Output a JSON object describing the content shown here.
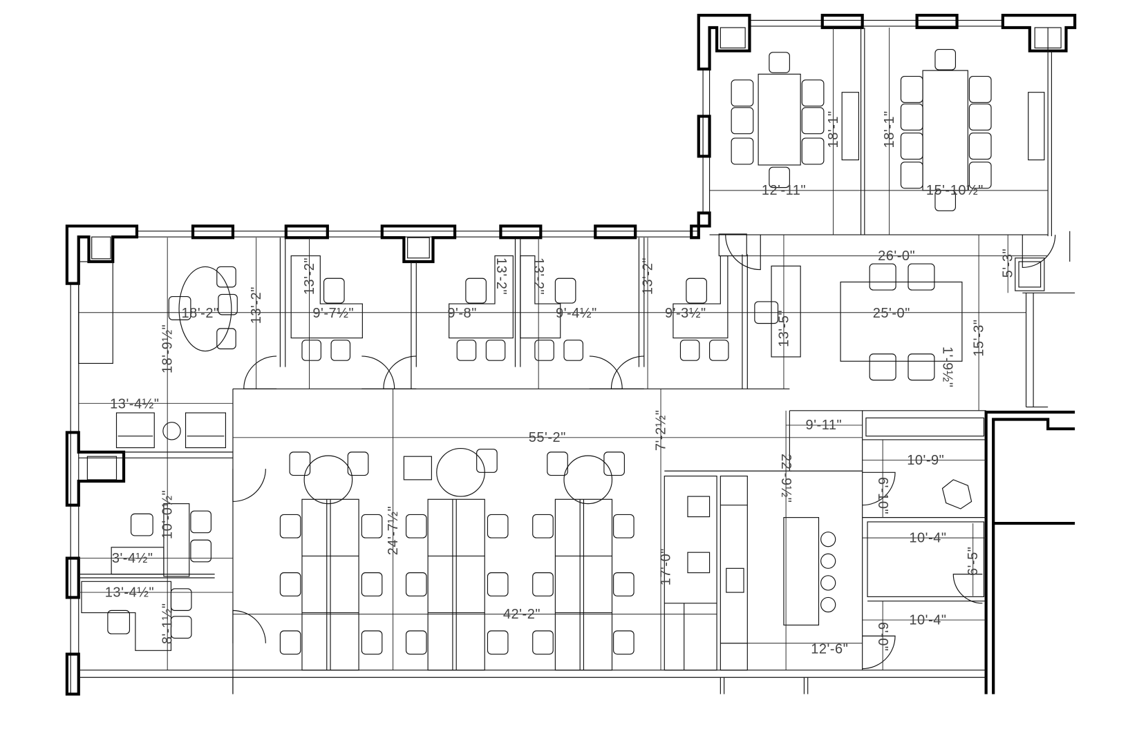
{
  "drawing": {
    "type": "office floor plan",
    "dimensions": {
      "meeting_room_width": "18'-2\"",
      "meeting_room_depth": "18'-9½\"",
      "office_depth_1": "13'-2\"",
      "office_depth_2": "13'-2\"",
      "office_depth_3": "13'-2\"",
      "office_depth_4": "13'-2\"",
      "office_depth_5": "13'-2\"",
      "office_1_width": "9'-7½\"",
      "office_2_width": "9'-8\"",
      "office_3_width": "9'-4½\"",
      "office_4_width": "9'-3½\"",
      "conf_room_1_width": "12'-11\"",
      "conf_room_2_width": "15'-10½\"",
      "conf_room_1_depth": "18'-1\"",
      "conf_room_2_depth": "18'-1\"",
      "reception_width_top": "26'-0\"",
      "reception_width": "25'-0\"",
      "reception_depth": "15'-3\"",
      "reception_desk_depth": "13'-5\"",
      "closet_depth": "5'-3\"",
      "reception_offset": "1'-9½\"",
      "lounge_width": "13'-4½\"",
      "open_office_width": "55'-2\"",
      "corridor_depth": "7'-2½\"",
      "storage_width": "9'-11\"",
      "pantry_depth": "22'-9½\"",
      "room_a_width": "10'-9\"",
      "room_a_depth": "6'-10\"",
      "room_b_width": "10'-4\"",
      "room_b_depth": "6'-5\"",
      "room_c_width": "10'-4\"",
      "room_c_depth": "6'-0\"",
      "office_5_depth": "10'-0½\"",
      "office_5_offset": "3'-4½\"",
      "office_6_width": "13'-4½\"",
      "office_6_depth": "8'-1½\"",
      "open_office_depth": "24'-7½\"",
      "open_office_width_lower": "42'-2\"",
      "copy_area_depth": "17'-0\"",
      "pantry_width": "12'-6\""
    }
  }
}
